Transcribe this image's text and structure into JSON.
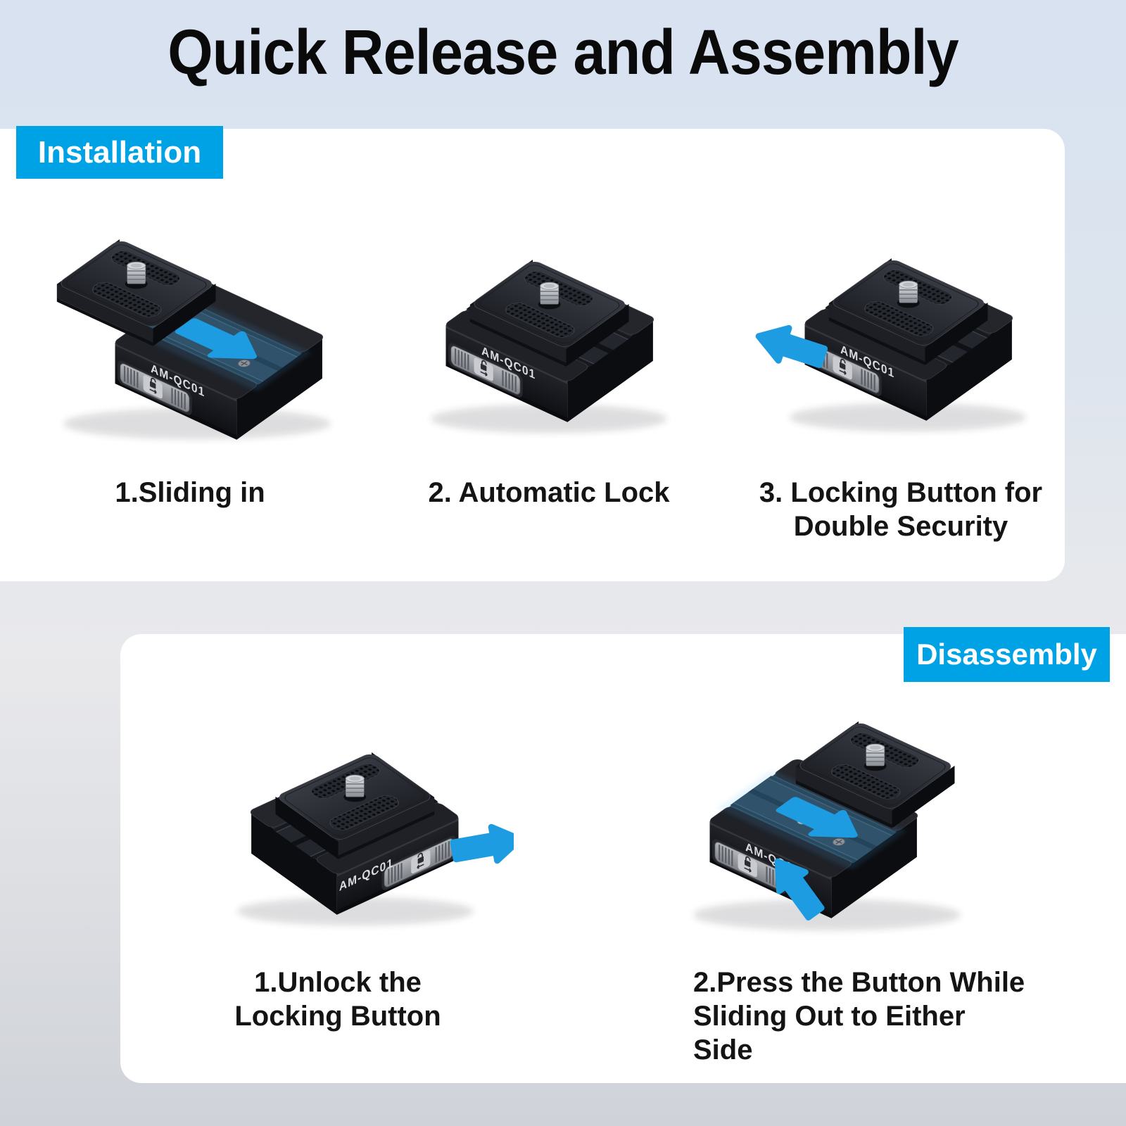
{
  "page": {
    "title": "Quick Release and Assembly"
  },
  "product": {
    "model": "AM-QC01"
  },
  "colors": {
    "accent_blue": "#00a2e6",
    "arrow_blue": "#1e9ce2",
    "panel_white": "#ffffff",
    "title_black": "#0a0a0a"
  },
  "installation": {
    "badge": "Installation",
    "steps": [
      "1.Sliding in",
      "2. Automatic Lock",
      "3. Locking Button for\nDouble Security"
    ]
  },
  "disassembly": {
    "badge": "Disassembly",
    "steps": [
      "1.Unlock the\nLocking Button",
      "2.Press the Button While\nSliding Out to Either Side"
    ]
  }
}
